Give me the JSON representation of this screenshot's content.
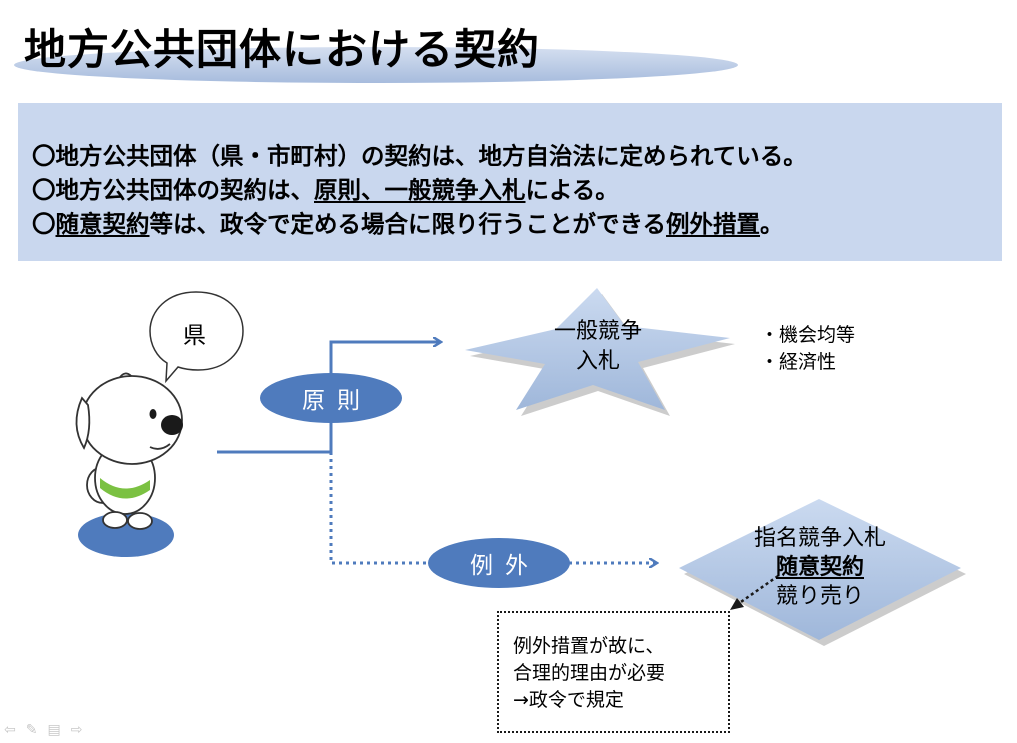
{
  "title": "地方公共団体における契約",
  "info": {
    "line1": "〇地方公共団体（県・市町村）の契約は、地方自治法に定められている。",
    "line2": {
      "prefix": "〇地方公共団体の契約は、",
      "underlined": "原則、一般競争入札",
      "suffix": "による。"
    },
    "line3": {
      "prefix": "〇",
      "underlined1": "随意契約",
      "middle": "等は、政令で定める場合に限り行うことができる",
      "underlined2": "例外措置",
      "suffix": "。"
    }
  },
  "diagram": {
    "speech_bubble": "県",
    "principle_label": "原則",
    "exception_label": "例外",
    "general_bid": {
      "line1": "一般競争",
      "line2": "入札"
    },
    "bullets": [
      "・機会均等",
      "・経済性"
    ],
    "exception_methods": {
      "line1": "指名競争入札",
      "line2": "随意契約",
      "line3": "競り売り"
    },
    "note": {
      "line1": "例外措置が故に、",
      "line2": "合理的理由が必要",
      "line3": "→政令で規定"
    }
  },
  "colors": {
    "accent_blue": "#4f7bbd",
    "light_blue_box": "#c9d7ee",
    "star_fill": "#b8cce4",
    "mascot_green": "#7bc142"
  },
  "icons": [
    "arrow-left-icon",
    "pen-icon",
    "menu-icon",
    "arrow-right-icon"
  ]
}
